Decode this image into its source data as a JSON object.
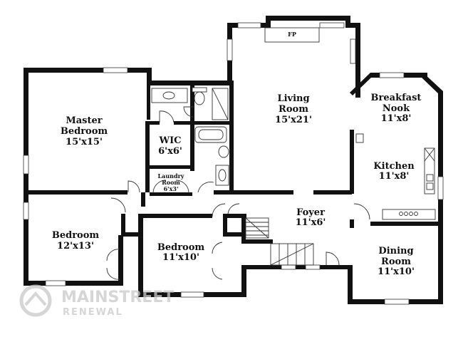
{
  "fireplace": {
    "label": "FP"
  },
  "rooms": {
    "living": {
      "name": "Living Room",
      "line1": "Living",
      "line2": "Room",
      "dims": "15'x21'"
    },
    "nook": {
      "name": "Breakfast Nook",
      "line1": "Breakfast",
      "line2": "Nook",
      "dims": "11'x8'"
    },
    "master": {
      "name": "Master Bedroom",
      "line1": "Master",
      "line2": "Bedroom",
      "dims": "15'x15'"
    },
    "wic": {
      "name": "WIC",
      "dims": "6'x6'"
    },
    "kitchen": {
      "name": "Kitchen",
      "dims": "11'x8'"
    },
    "laundry": {
      "name": "Laundry Room",
      "line1": "Laundry",
      "line2": "Room",
      "dims": "6'x3'"
    },
    "foyer": {
      "name": "Foyer",
      "dims": "11'x6'"
    },
    "bedroom1": {
      "name": "Bedroom",
      "dims": "12'x13'"
    },
    "bedroom2": {
      "name": "Bedroom",
      "dims": "11'x10'"
    },
    "dining": {
      "name": "Dining Room",
      "line1": "Dining",
      "line2": "Room",
      "dims": "11'x10'"
    }
  },
  "watermark": {
    "brand": "MAINSTREET",
    "tagline": "RENEWAL"
  }
}
